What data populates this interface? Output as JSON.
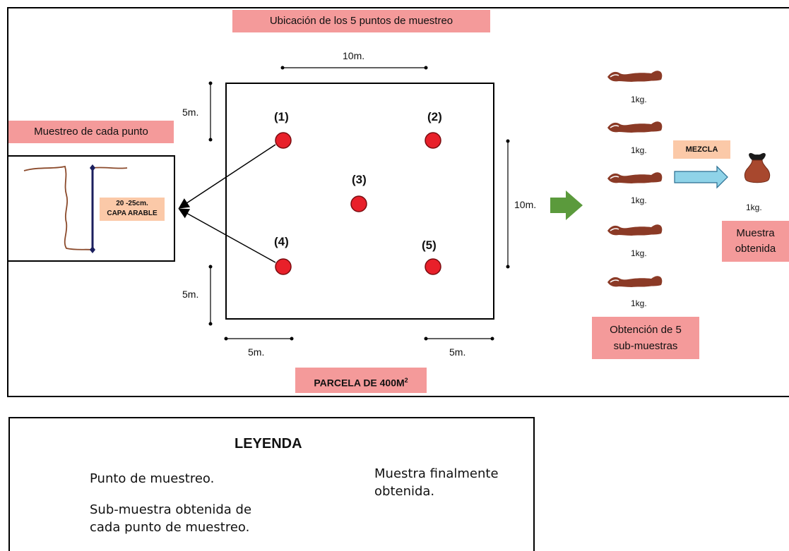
{
  "diagram": {
    "title_box": "Ubicación de los 5 puntos de muestreo",
    "muestreo_box": "Muestreo de cada punto",
    "depth_label_line1": "20 -25cm.",
    "depth_label_line2": "CAPA ARABLE",
    "dim_top": "10m.",
    "dim_left_top": "5m.",
    "dim_left_bottom": "5m.",
    "dim_right": "10m.",
    "dim_bottom_left": "5m.",
    "dim_bottom_right": "5m.",
    "points": [
      "(1)",
      "(2)",
      "(3)",
      "(4)",
      "(5)"
    ],
    "parcela_label": "PARCELA DE 400M",
    "parcela_sup": "2",
    "submuestra_weights": [
      "1kg.",
      "1kg.",
      "1kg.",
      "1kg.",
      "1kg."
    ],
    "mezcla_label": "MEZCLA",
    "final_weight": "1kg.",
    "muestra_obtenida_line1": "Muestra",
    "muestra_obtenida_line2": "obtenida",
    "obtencion_line1": "Obtención de 5",
    "obtencion_line2": "sub-muestras"
  },
  "legend": {
    "title": "LEYENDA",
    "item_point": "Punto de muestreo.",
    "item_submuestra_line1": "Sub-muestra obtenida de",
    "item_submuestra_line2": "cada punto de muestreo.",
    "item_bag_line1": "Muestra finalmente",
    "item_bag_line2": "obtenida."
  },
  "colors": {
    "label_pink": "#f49a9a",
    "label_peach": "#fbc9a8",
    "point_red": "#e8202a",
    "sample_brown": "#8b3a26",
    "arrow_green": "#5b9a3c",
    "arrow_blue": "#8fd3e8"
  }
}
